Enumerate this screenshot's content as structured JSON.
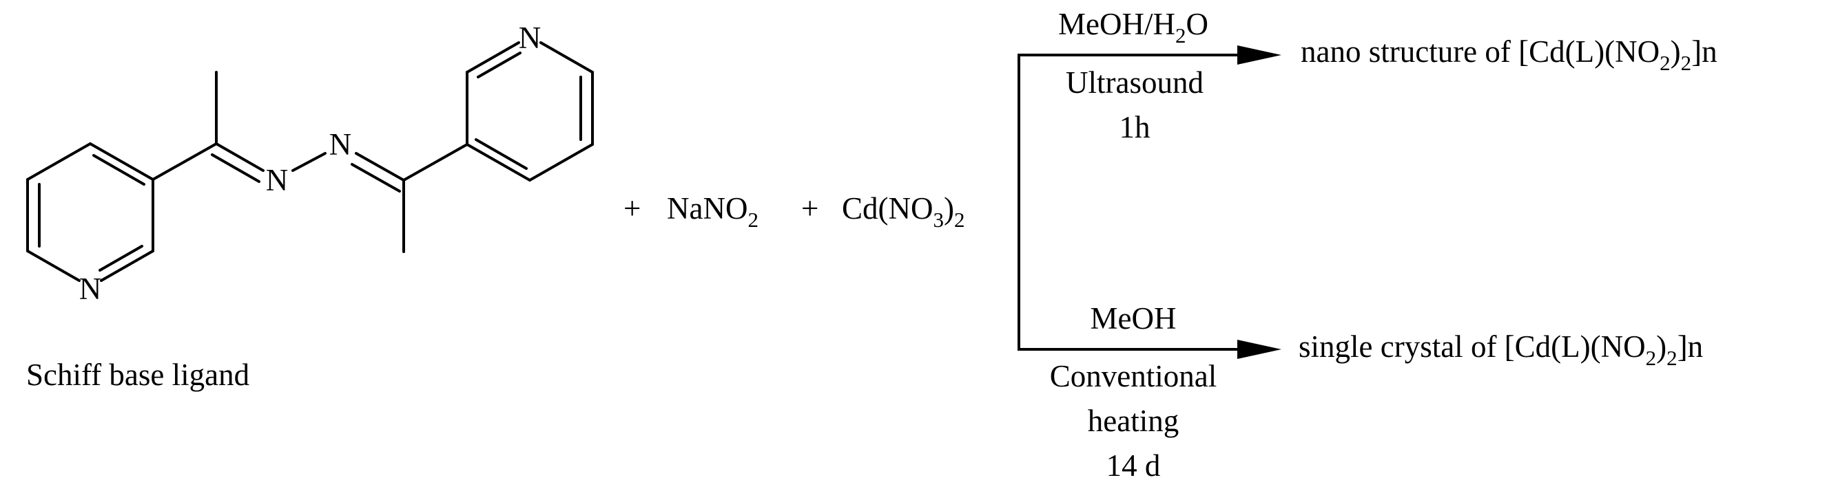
{
  "ligand": {
    "caption": "Schiff base ligand",
    "atoms": {
      "n_left_ring": "N",
      "n_azine_1": "N",
      "n_azine_2": "N",
      "n_right_ring": "N"
    }
  },
  "reagents": {
    "plus_1": "+",
    "nano2": {
      "main": "NaNO",
      "sub": "2"
    },
    "plus_2": "+",
    "cd_no3": {
      "main": "Cd(NO",
      "sub": "3",
      "tail": ")",
      "sub2": "2"
    }
  },
  "upper_route": {
    "above_arrow": {
      "pre": "MeOH/H",
      "sub": "2",
      "post": "O"
    },
    "below_arrow_line1": "Ultrasound",
    "below_arrow_line2": "1h",
    "product": {
      "pre": "nano structure of [Cd(L)(NO",
      "sub1": "2",
      "mid": ")",
      "sub2": "2",
      "post": "]n"
    }
  },
  "lower_route": {
    "above_arrow": "MeOH",
    "below_arrow_line1": "Conventional",
    "below_arrow_line2": "heating",
    "below_arrow_line3": "14 d",
    "product": {
      "pre": "single crystal of [Cd(L)(NO",
      "sub1": "2",
      "mid": ")",
      "sub2": "2",
      "post": "]n"
    }
  }
}
